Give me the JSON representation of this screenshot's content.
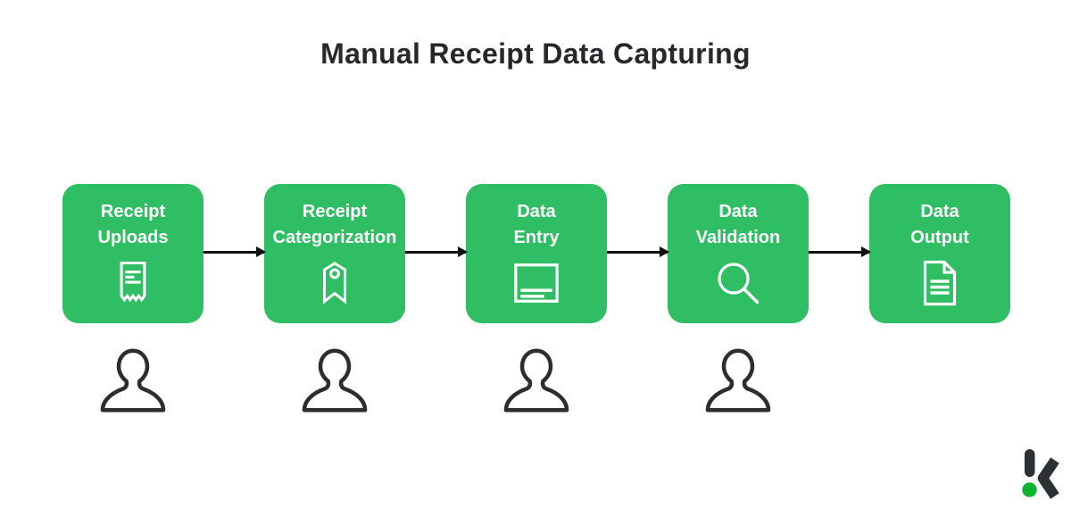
{
  "page": {
    "title": "Manual Receipt Data Capturing",
    "background": "#ffffff"
  },
  "colors": {
    "box_green": "#2fbe63",
    "box_text": "#ffffff",
    "title_text": "#26282b",
    "arrow": "#101010",
    "person_outline": "#2b2e31",
    "logo_dark": "#2d3134",
    "logo_green": "#0cb42f"
  },
  "flow": {
    "steps": [
      {
        "line1": "Receipt",
        "line2": "Uploads",
        "icon": "receipt-icon"
      },
      {
        "line1": "Receipt",
        "line2": "Categorization",
        "icon": "bookmark-icon"
      },
      {
        "line1": "Data",
        "line2": "Entry",
        "icon": "form-icon"
      },
      {
        "line1": "Data",
        "line2": "Validation",
        "icon": "search-icon"
      },
      {
        "line1": "Data",
        "line2": "Output",
        "icon": "document-icon"
      }
    ],
    "arrow_count": 4,
    "person_icons_below_steps": [
      1,
      2,
      3,
      4
    ]
  },
  "branding": {
    "logo_name": "klippa-logo-mark"
  }
}
